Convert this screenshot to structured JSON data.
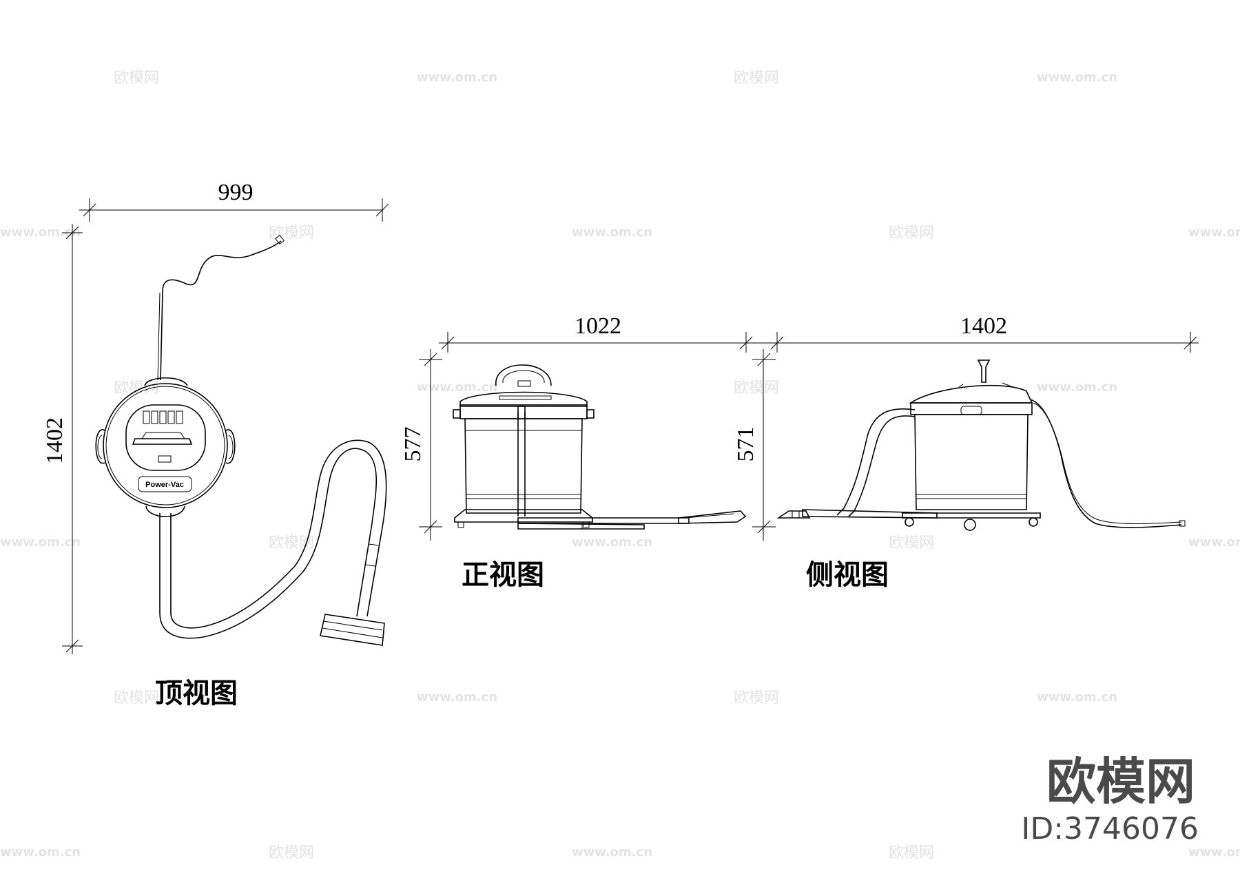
{
  "watermarks": {
    "logo_text": "欧模网",
    "url_text": "www.om.cn"
  },
  "top_view": {
    "label": "顶视图",
    "width_dim": "999",
    "height_dim": "1402",
    "brand_plate": "Power-Vac"
  },
  "front_view": {
    "label": "正视图",
    "width_dim": "1022",
    "height_dim": "577"
  },
  "side_view": {
    "label": "侧视图",
    "width_dim": "1402",
    "height_dim": "571"
  },
  "branding": {
    "site_name": "欧模网",
    "model_id": "ID:3746076"
  }
}
